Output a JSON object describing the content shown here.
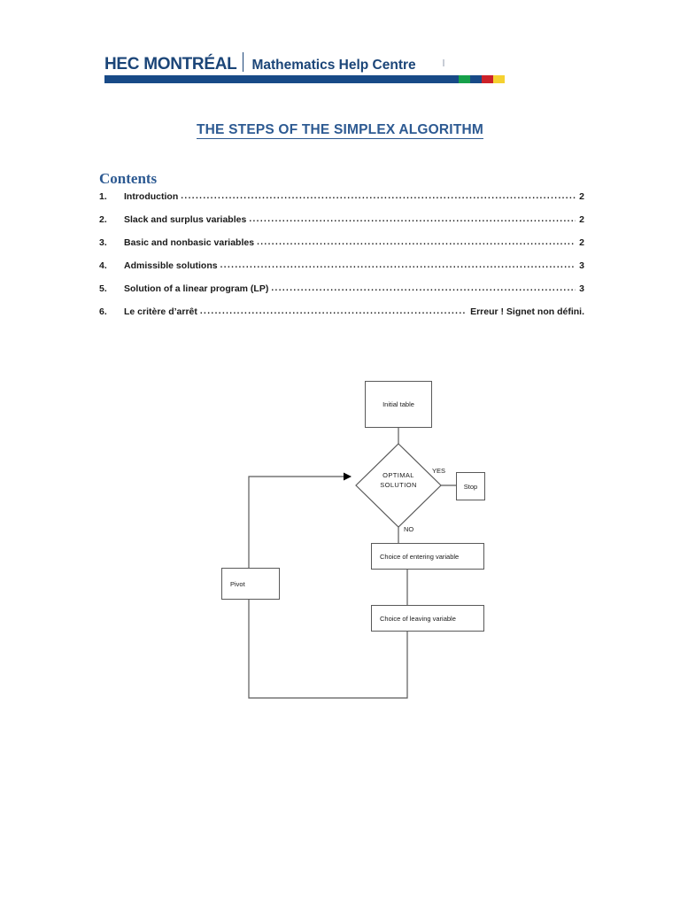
{
  "header": {
    "logo_primary": "HEC MONTRÉAL",
    "logo_secondary": "Mathematics Help Centre",
    "colors": {
      "brand_blue": "#184a87",
      "accent_green": "#16a04a",
      "accent_blue": "#184a87",
      "accent_red": "#cc2229",
      "accent_yellow": "#f5d130"
    }
  },
  "title": "THE STEPS OF THE SIMPLEX ALGORITHM",
  "contents": {
    "heading": "Contents",
    "items": [
      {
        "num": "1.",
        "label": "Introduction",
        "page": "2"
      },
      {
        "num": "2.",
        "label": "Slack and surplus variables",
        "page": "2"
      },
      {
        "num": "3.",
        "label": "Basic and nonbasic variables",
        "page": "2"
      },
      {
        "num": "4.",
        "label": "Admissible solutions",
        "page": "3"
      },
      {
        "num": "5.",
        "label": "Solution of a linear program (LP)",
        "page": "3"
      },
      {
        "num": "6.",
        "label": "Le critère d’arrêt",
        "page": "Erreur ! Signet non défini."
      }
    ],
    "leader_dots": "........................................................................................................................................................"
  },
  "flowchart": {
    "nodes": {
      "initial_table": "Initial table",
      "decision_line1": "OPTIMAL",
      "decision_line2": "SOLUTION",
      "stop": "Stop",
      "entering_variable": "Choice of entering variable",
      "leaving_variable": "Choice of leaving variable",
      "pivot": "Pivot"
    },
    "edge_labels": {
      "yes": "YES",
      "no": "NO"
    }
  }
}
